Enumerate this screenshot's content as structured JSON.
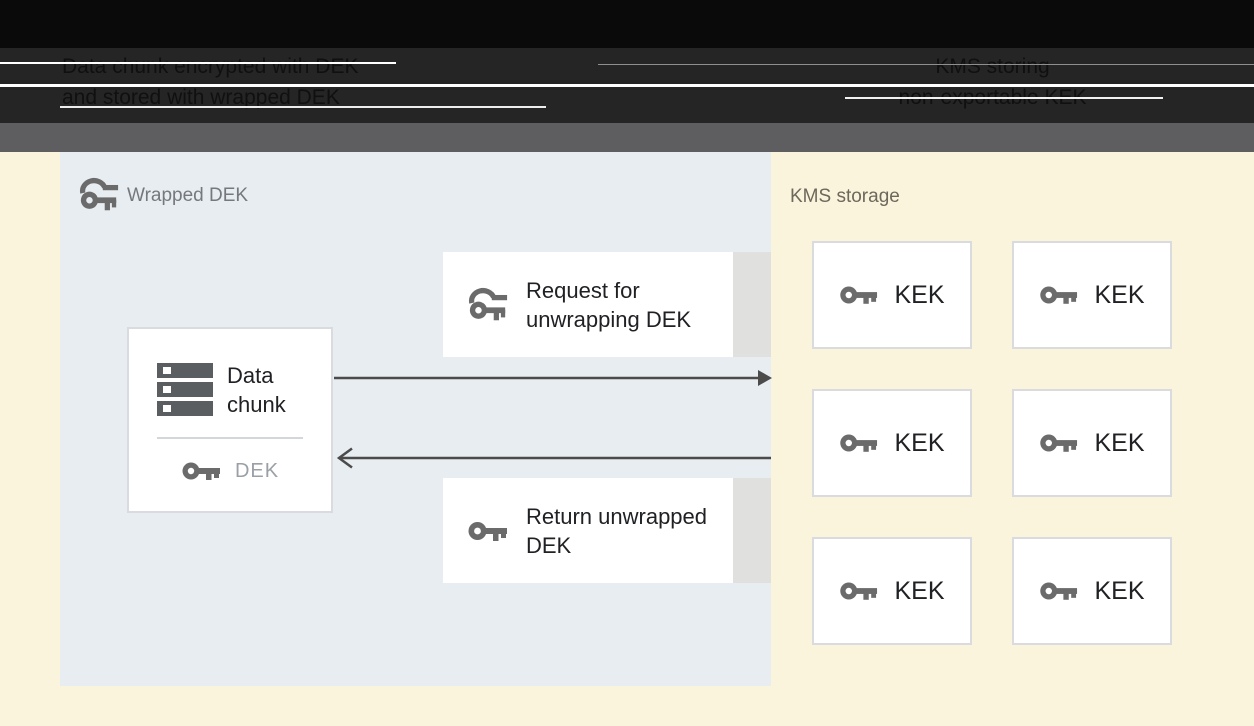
{
  "header": {
    "left_caption": {
      "line1": "Data chunk encrypted with DEK",
      "line2": "and stored with wrapped DEK"
    },
    "right_caption": {
      "line1": "KMS storing",
      "line2": "non-exportable KEK"
    }
  },
  "wrapped_dek_panel": {
    "title": "Wrapped DEK",
    "data_chunk_box": {
      "label": "Data chunk",
      "dek_label": "DEK"
    },
    "request_box": {
      "label": "Request for unwrapping DEK"
    },
    "return_box": {
      "label": "Return unwrapped DEK"
    }
  },
  "kms_panel": {
    "title": "KMS storage",
    "kek_label": "KEK",
    "kek_count": 6
  },
  "icons": {
    "wrapped_key": "wrapped-key-icon",
    "key": "key-icon",
    "data_stack": "server-stack-icon",
    "arrow_right": "arrow-right-filled",
    "arrow_left": "arrow-left-open"
  },
  "colors": {
    "page_background": "#fbf4dc",
    "panel_background": "#e8edf1",
    "header_top": "#0a0a0a",
    "header_band": "#252525",
    "divider_band": "#5e5e60",
    "box_white": "#ffffff",
    "box_border": "#d9dbde",
    "box_side_strip": "#e0e0df",
    "text_dark": "#202124",
    "text_gray": "#9aa0a6",
    "icon_gray": "#6b6b6b",
    "arrow_gray": "#4b4b4b"
  }
}
